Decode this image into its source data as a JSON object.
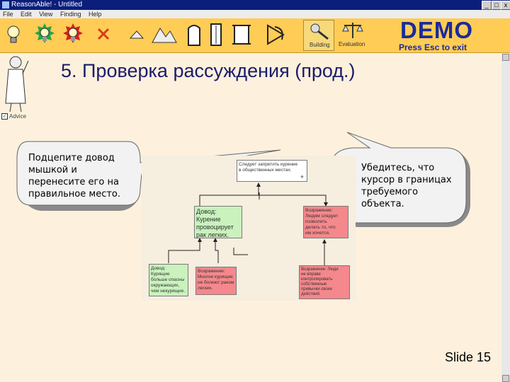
{
  "window": {
    "title": "ReasonAble! - Untitled",
    "buttons": [
      "_",
      "□",
      "x"
    ]
  },
  "menu": {
    "items": [
      "File",
      "Edit",
      "View",
      "Finding",
      "Help"
    ]
  },
  "toolbar": {
    "building_label": "Building",
    "evaluation_label": "Evaluation",
    "icons": [
      "lightbulb-icon",
      "green-lightbulb-icon",
      "red-lightbulb-icon",
      "delete-x-icon",
      "small-hat-icon",
      "mountains-icon",
      "frame-icon",
      "pillar-icon",
      "scroll-icon",
      "play-triangle-icon",
      "building-icon",
      "scales-icon"
    ]
  },
  "demo": {
    "title": "DEMO",
    "subtitle": "Press Esc to exit"
  },
  "slide": {
    "title": "5. Проверка рассуждения (прод.)",
    "number": "Slide 15"
  },
  "advice": {
    "label": "Advice",
    "checked": true
  },
  "bubbles": {
    "left": [
      "Подцепите довод",
      "мышкой и",
      "перенесите его на",
      "правильное место."
    ],
    "right": [
      "Убедитесь, что",
      "курсор в границах",
      "требуемого",
      "объекта."
    ]
  },
  "diagram": {
    "claim": [
      "Следует запретить курение",
      "в общественных местах."
    ],
    "claim_plus": "+",
    "reason_main": [
      "Довод:",
      "Курение",
      "провоцирует",
      "рак легких."
    ],
    "objection_top": [
      "Возражение:",
      "Людям следует",
      "позволить",
      "делать то, что",
      "им хочется."
    ],
    "reason_small": [
      "Довод:",
      "Курящие",
      "больше опасны",
      "окружающих,",
      "чем некурящие."
    ],
    "objection_bottom_left": [
      "Возражение:",
      "Многие курящие",
      "не болеют раком",
      "легких."
    ],
    "objection_bottom_right": [
      "Возражение: Люди",
      "не вправе",
      "контролировать",
      "собственные",
      "привычки своих",
      "действий."
    ],
    "colors": {
      "claim": "#ffffff",
      "reason": "#c9f2bd",
      "objection": "#f4888c",
      "panel": "#f6eedf"
    }
  }
}
